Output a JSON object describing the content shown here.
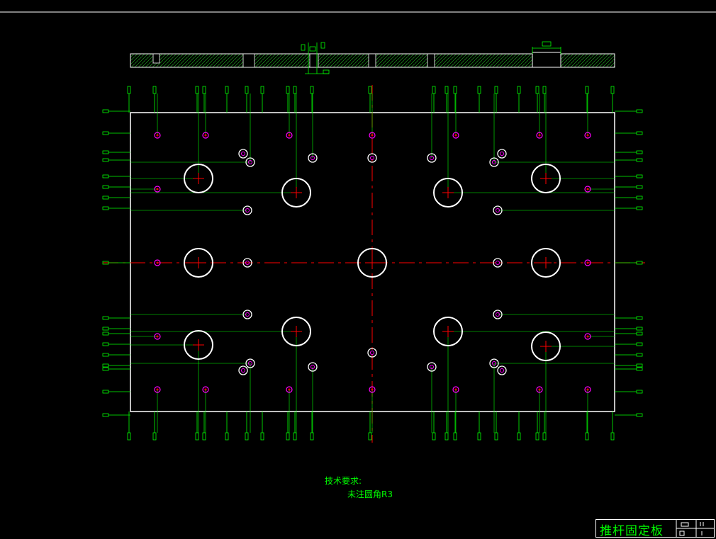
{
  "technical_requirements": {
    "title": "技术要求:",
    "note": "未注圆角R3"
  },
  "title_block": {
    "part_name": "推杆固定板"
  },
  "colors": {
    "background": "#000000",
    "outline": "#ffffff",
    "dimension": "#00ff00",
    "centerline": "#ff0000",
    "hole_marker": "#ff00ff",
    "hatch": "#00ff00"
  }
}
